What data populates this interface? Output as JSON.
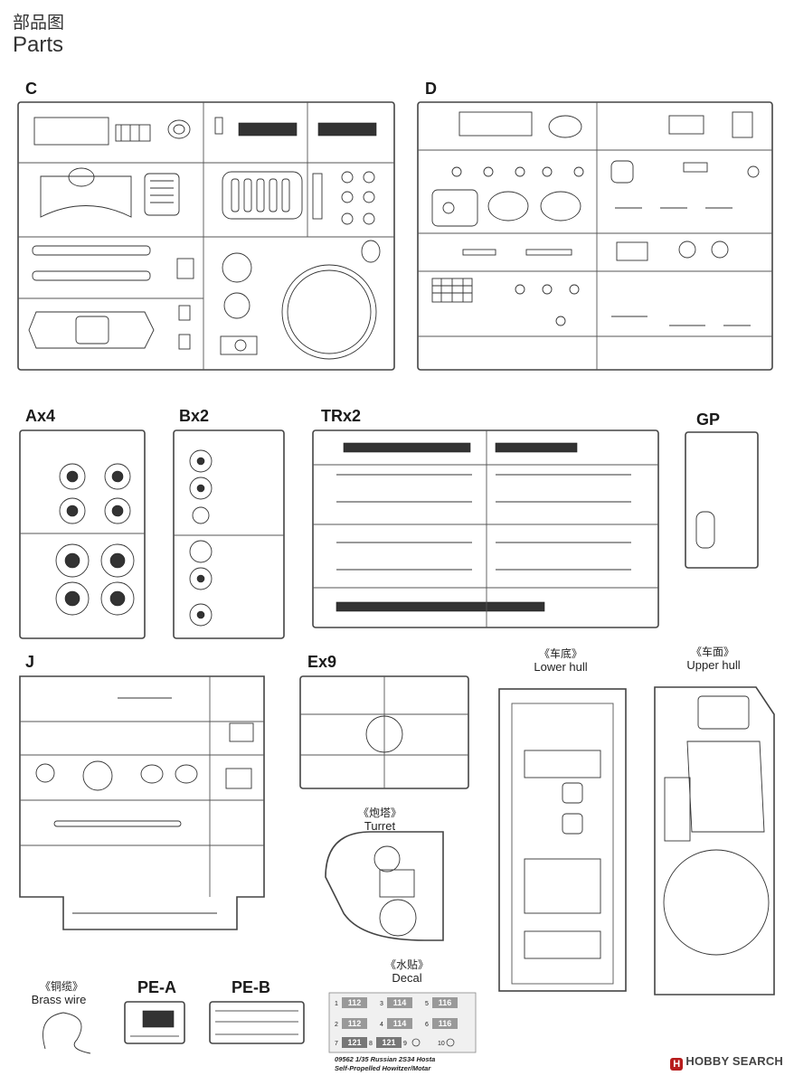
{
  "header": {
    "title_cn": "部品图",
    "title_en": "Parts"
  },
  "sprues": {
    "C": "C",
    "D": "D",
    "A": "Ax4",
    "B": "Bx2",
    "TR": "TRx2",
    "GP": "GP",
    "J": "J",
    "E": "Ex9"
  },
  "hulls": {
    "lower_cn": "《车底》",
    "lower_en": "Lower hull",
    "upper_cn": "《车面》",
    "upper_en": "Upper hull",
    "turret_cn": "《炮塔》",
    "turret_en": "Turret"
  },
  "brass": {
    "cn": "《铜缆》",
    "en": "Brass wire"
  },
  "pe": {
    "a": "PE-A",
    "b": "PE-B"
  },
  "decal": {
    "cn": "《水贴》",
    "en": "Decal",
    "caption_1": "09562 1/35 Russian 2S34 Hosta",
    "caption_2": "Self-Propelled Howitzer/Motar",
    "items": [
      {
        "n": "1",
        "t": "112"
      },
      {
        "n": "3",
        "t": "114"
      },
      {
        "n": "5",
        "t": "116"
      },
      {
        "n": "2",
        "t": "112"
      },
      {
        "n": "4",
        "t": "114"
      },
      {
        "n": "6",
        "t": "116"
      },
      {
        "n": "7",
        "t": "121"
      },
      {
        "n": "8",
        "t": "121"
      },
      {
        "n": "9",
        "t": ""
      },
      {
        "n": "10",
        "t": ""
      }
    ]
  },
  "watermark": {
    "logo": "H",
    "text": "HOBBY SEARCH"
  },
  "colors": {
    "line": "#444444",
    "decal_bg": "#f0f0f0",
    "decal_mark": "#888888"
  }
}
